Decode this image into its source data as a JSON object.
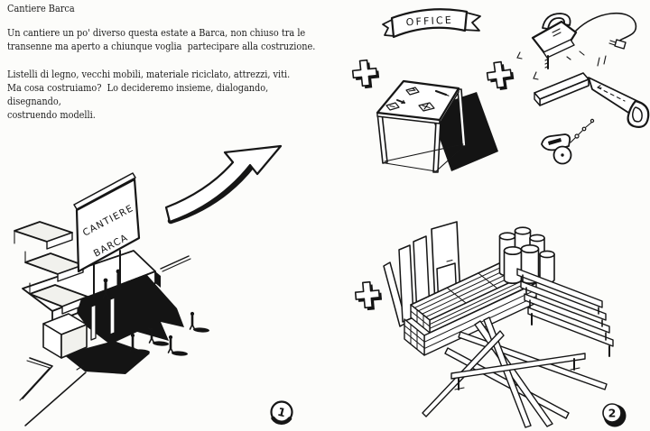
{
  "page": {
    "background": "#fcfcfa",
    "ink": "#161616"
  },
  "intro": {
    "title": "Cantiere Barca",
    "paragraph1": {
      "line1": "Un cantiere un po' diverso questa estate a Barca, non chiuso tra le",
      "line2": "transenne ma aperto a chiunque voglia  partecipare alla costruzione."
    },
    "paragraph2": {
      "line1": "Listelli di legno, vecchi mobili, materiale riciclato, attrezzi, viti.",
      "line2": "Ma cosa costruiamo?  Lo decideremo insieme, dialogando, disegnando,",
      "line3": "costruendo modelli."
    }
  },
  "figure_site": {
    "caption_number": "1",
    "billboard": {
      "line1": "CANTIERE",
      "line2": "BARCA"
    },
    "symbols": {
      "arrow": "curved-arrow"
    }
  },
  "figure_materials": {
    "caption_number": "2",
    "banner_label": "OFFICE",
    "symbols": {
      "plus": "+"
    }
  }
}
